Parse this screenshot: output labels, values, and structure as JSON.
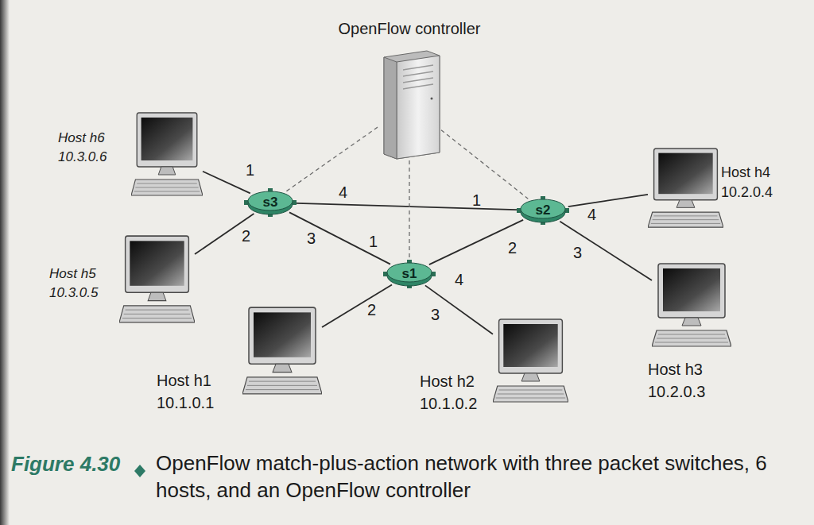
{
  "diagram": {
    "caption": "OpenFlow match-plus-action network with three packet switches, 6 hosts, and an OpenFlow controller",
    "nodes": [
      {
        "text": [
          "OpenFlow controller"
        ]
      },
      {
        "text": [
          "Host h6",
          "10.3.0.6"
        ]
      },
      {
        "text": [
          "s3"
        ]
      },
      {
        "text": [
          "s2"
        ]
      },
      {
        "text": [
          "Host h4",
          "10.2.0.4"
        ]
      },
      {
        "text": [
          "Host h5",
          "10.3.0.5"
        ]
      },
      {
        "text": [
          "s1"
        ]
      },
      {
        "text": [
          "Host h1",
          "10.1.0.1"
        ]
      },
      {
        "text": [
          "Host h2",
          "10.1.0.2"
        ]
      },
      {
        "text": [
          "Host h3",
          "10.2.0.3"
        ]
      }
    ],
    "edges": [
      {
        "from": 1,
        "to": 2,
        "arrow": "none"
      },
      {
        "from": 5,
        "to": 2,
        "arrow": "none"
      },
      {
        "from": 2,
        "to": 3,
        "arrow": "none"
      },
      {
        "from": 2,
        "to": 6,
        "arrow": "none"
      },
      {
        "from": 6,
        "to": 3,
        "arrow": "none"
      },
      {
        "from": 6,
        "to": 7,
        "arrow": "none"
      },
      {
        "from": 6,
        "to": 8,
        "arrow": "none"
      },
      {
        "from": 3,
        "to": 4,
        "arrow": "none"
      },
      {
        "from": 3,
        "to": 9,
        "arrow": "none"
      },
      {
        "from": 0,
        "to": 2,
        "arrow": "none"
      },
      {
        "from": 0,
        "to": 6,
        "arrow": "none"
      },
      {
        "from": 0,
        "to": 3,
        "arrow": "none"
      }
    ],
    "labels": [
      "1",
      "4",
      "2",
      "3",
      "1",
      "4",
      "2",
      "3",
      "1",
      "4",
      "2",
      "3",
      "Figure 4.30"
    ]
  }
}
